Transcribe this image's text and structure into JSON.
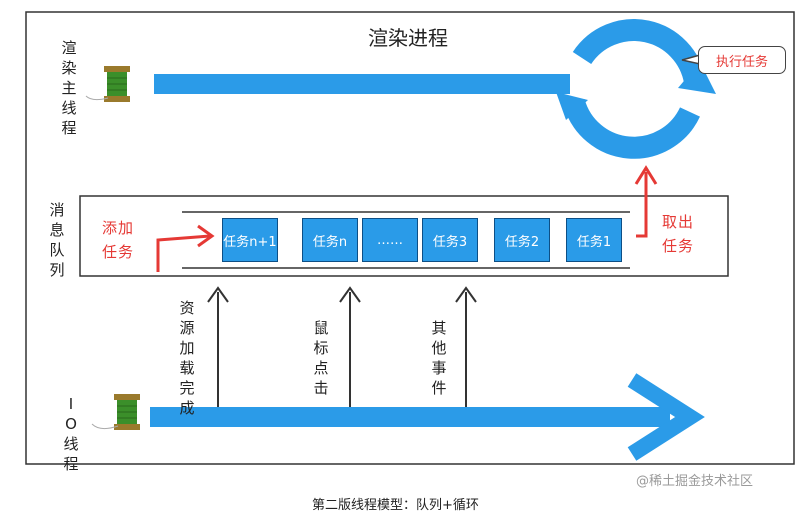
{
  "title": "渲染进程",
  "render_thread_label": "渲染主线程",
  "io_thread_label": "IO线程",
  "queue_label": "消息队列",
  "add_task_label": "添加任务",
  "take_task_label": "取出任务",
  "execute_callout": "执行任务",
  "tasks": [
    "任务n+1",
    "任务n",
    "……",
    "任务3",
    "任务2",
    "任务1"
  ],
  "events": [
    "资源加载完成",
    "鼠标点击",
    "其他事件"
  ],
  "watermark": "@稀土掘金技术社区",
  "caption": "第二版线程模型：队列+循环",
  "colors": {
    "arrow_blue": "#2b9be8",
    "box_blue": "#2a9be8",
    "text_red": "#e53935"
  }
}
